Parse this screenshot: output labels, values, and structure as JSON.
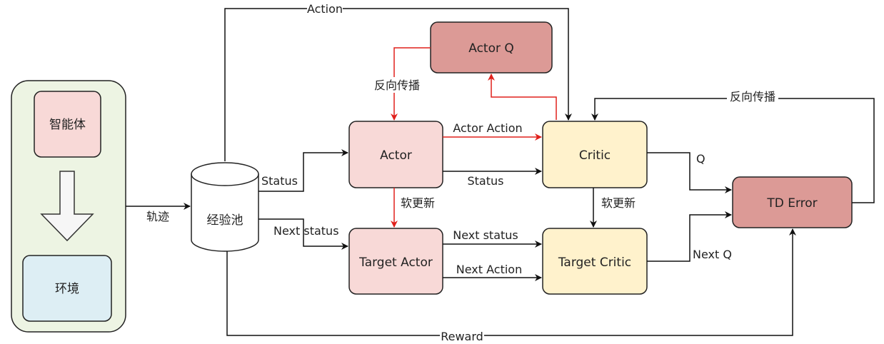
{
  "nodes": {
    "agent": "智能体",
    "env": "环境",
    "buffer": "经验池",
    "actor": "Actor",
    "actor_q": "Actor Q",
    "critic": "Critic",
    "target_actor": "Target Actor",
    "target_critic": "Target Critic",
    "td_error": "TD Error"
  },
  "labels": {
    "trajectory": "轨迹",
    "action_top": "Action",
    "status_to_actor": "Status",
    "next_status_to_target_actor": "Next status",
    "backprop_actor": "反向传播",
    "actor_action": "Actor Action",
    "status_to_critic": "Status",
    "soft_update_actor": "软更新",
    "soft_update_critic": "软更新",
    "next_status_to_target_critic": "Next status",
    "next_action": "Next Action",
    "q": "Q",
    "next_q": "Next Q",
    "backprop_critic": "反向传播",
    "reward": "Reward"
  },
  "colors": {
    "env_group_fill": "#EDF4E3",
    "agent_fill": "#F8D9D7",
    "env_fill": "#DDEEF4",
    "actor_fill": "#F8D9D7",
    "actor_q_fill": "#DC9A96",
    "critic_fill": "#FFF2CC",
    "td_error_fill": "#DC9A96",
    "red_arrow": "#E0201B",
    "black_arrow": "#111111"
  }
}
